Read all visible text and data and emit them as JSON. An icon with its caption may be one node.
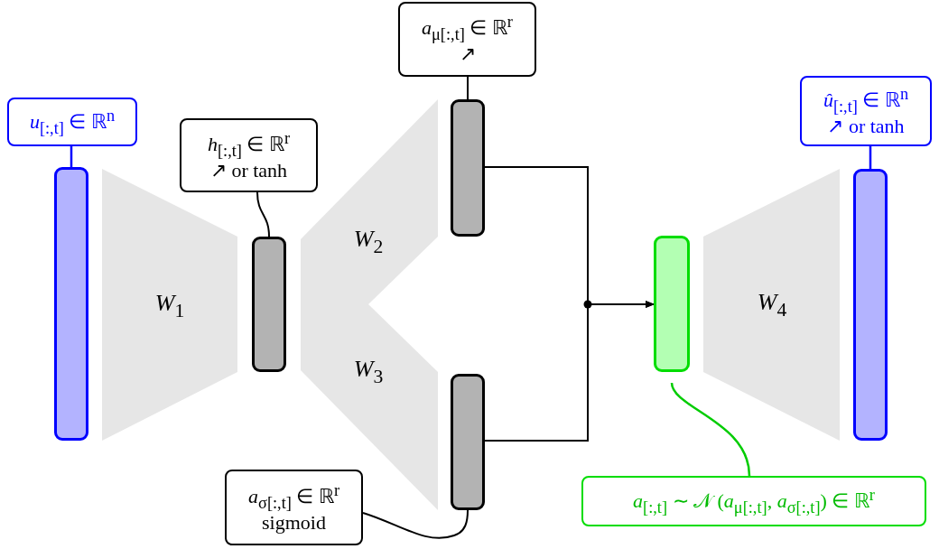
{
  "diagram": {
    "nodes": [
      {
        "text": [
          "*u*$_{[:,t]}$ ∈ ℝ$^{n}$"
        ]
      },
      {
        "text": [],
        "shape": "bar"
      },
      {
        "text": [
          "*W*$_{1}$"
        ]
      },
      {
        "text": [
          "*h*$_{[:,t]}$ ∈ ℝ$^{r}$",
          "↗ or tanh"
        ]
      },
      {
        "text": [],
        "shape": "bar"
      },
      {
        "text": [
          "*W*$_{2}$"
        ]
      },
      {
        "text": [
          "*W*$_{3}$"
        ]
      },
      {
        "text": [
          "*a*$_{μ[:,t]}$ ∈ ℝ$^{r}$",
          "↗"
        ]
      },
      {
        "text": [],
        "shape": "bar"
      },
      {
        "text": [
          "*a*$_{σ[:,t]}$ ∈ ℝ$^{r}$",
          "sigmoid"
        ]
      },
      {
        "text": [],
        "shape": "bar"
      },
      {
        "text": [],
        "shape": "bar"
      },
      {
        "text": [
          "*W*$_{4}$"
        ]
      },
      {
        "text": [],
        "shape": "bar"
      },
      {
        "text": [
          "*û*$_{[:,t]}$ ∈ ℝ$^{n}$",
          "↗ or tanh"
        ]
      },
      {
        "text": [
          "*a*$_{[:,t]}$ ∼ 𝒩 (*a*$_{μ[:,t]}$, *a*$_{σ[:,t]}$) ∈ ℝ$^{r}$"
        ]
      }
    ],
    "edges": [
      {
        "from": 0,
        "to": 1,
        "arrow": "none",
        "color": "#0000ff"
      },
      {
        "from": 3,
        "to": 4,
        "arrow": "none"
      },
      {
        "from": 7,
        "to": 8,
        "arrow": "none"
      },
      {
        "from": 9,
        "to": 10,
        "arrow": "none"
      },
      {
        "from": 8,
        "to": 11,
        "arrow": "to"
      },
      {
        "from": 10,
        "to": 11,
        "arrow": "to"
      },
      {
        "from": 14,
        "to": 13,
        "arrow": "none",
        "color": "#0000ff"
      },
      {
        "from": 15,
        "to": 11,
        "arrow": "none",
        "color": "#00cc00"
      }
    ]
  }
}
